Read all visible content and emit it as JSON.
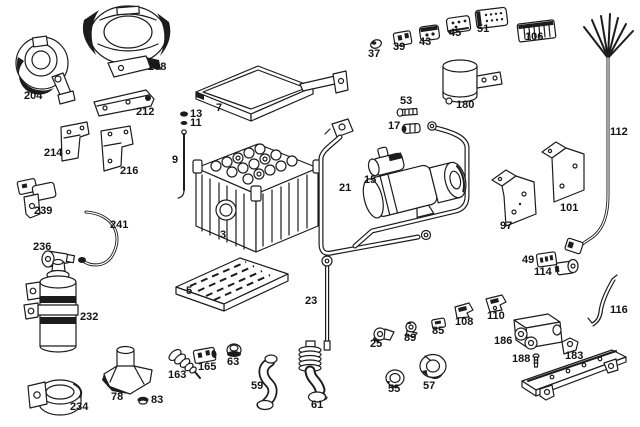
{
  "diagram": {
    "kind": "exploded-parts-diagram",
    "background": "#ffffff",
    "line_color": "#1c1c1c",
    "label_color": "#141414"
  },
  "parts": [
    {
      "label": "204"
    },
    {
      "label": "208"
    },
    {
      "label": "212"
    },
    {
      "label": "13"
    },
    {
      "label": "11"
    },
    {
      "label": "214"
    },
    {
      "label": "216"
    },
    {
      "label": "239"
    },
    {
      "label": "241"
    },
    {
      "label": "236"
    },
    {
      "label": "232"
    },
    {
      "label": "234"
    },
    {
      "label": "7"
    },
    {
      "label": "9"
    },
    {
      "label": "3"
    },
    {
      "label": "5"
    },
    {
      "label": "78"
    },
    {
      "label": "83"
    },
    {
      "label": "163"
    },
    {
      "label": "165"
    },
    {
      "label": "63"
    },
    {
      "label": "59"
    },
    {
      "label": "61"
    },
    {
      "label": "23"
    },
    {
      "label": "21"
    },
    {
      "label": "15"
    },
    {
      "label": "17"
    },
    {
      "label": "53"
    },
    {
      "label": "37"
    },
    {
      "label": "39"
    },
    {
      "label": "43"
    },
    {
      "label": "45"
    },
    {
      "label": "51"
    },
    {
      "label": "106"
    },
    {
      "label": "180"
    },
    {
      "label": "112"
    },
    {
      "label": "97"
    },
    {
      "label": "101"
    },
    {
      "label": "49"
    },
    {
      "label": "114"
    },
    {
      "label": "110"
    },
    {
      "label": "116"
    },
    {
      "label": "186"
    },
    {
      "label": "188"
    },
    {
      "label": "183"
    },
    {
      "label": "25"
    },
    {
      "label": "89"
    },
    {
      "label": "85"
    },
    {
      "label": "108"
    },
    {
      "label": "55"
    },
    {
      "label": "57"
    }
  ]
}
